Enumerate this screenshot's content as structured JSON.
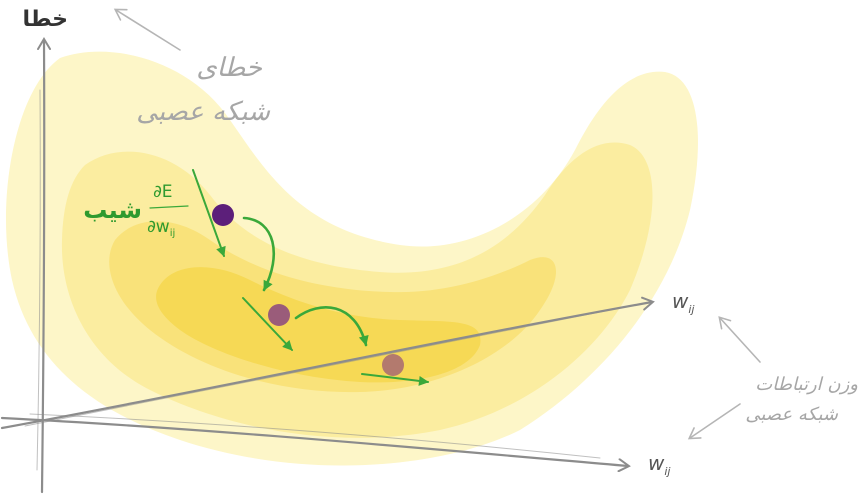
{
  "axes": {
    "vertical_label": "خطا",
    "axis_right_label": "w",
    "axis_right_sub": "ij",
    "axis_bottom_label": "w",
    "axis_bottom_sub": "ij"
  },
  "annotations": {
    "error_note_line1": "خطای",
    "error_note_line2": "شبکه عصبی",
    "weights_note_line1": "وزن ارتباطات",
    "weights_note_line2": "شبکه عصبی"
  },
  "gradient": {
    "label": "شیب",
    "numerator": "∂E",
    "denominator_main": "∂w",
    "denominator_sub": "ij"
  },
  "colors": {
    "surface_outer": "#fdf6c8",
    "surface_mid": "#fbeda0",
    "surface_inner": "#f9e27a",
    "surface_core": "#f6d955",
    "arrow_green": "#3aa83a",
    "axis_gray": "#8c8c8c",
    "note_gray": "#a6a6a6",
    "point_1": "#5c1f7a",
    "point_2": "#9a5c7a",
    "point_3": "#b37a6e"
  }
}
